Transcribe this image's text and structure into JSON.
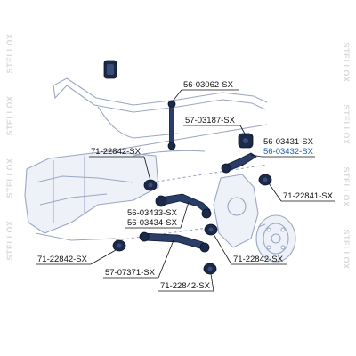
{
  "watermark": "STELLOX",
  "labels": {
    "p56_03062": "56-03062-SX",
    "p57_03187": "57-03187-SX",
    "p71_22842_a": "71-22842-SX",
    "p56_03431": "56-03431-SX",
    "p56_03432": "56-03432-SX",
    "p71_22841": "71-22841-SX",
    "p56_03433": "56-03433-SX",
    "p56_03434": "56-03434-SX",
    "p71_22842_b": "71-22842-SX",
    "p71_22842_c": "71-22842-SX",
    "p57_07371": "57-07371-SX",
    "p71_22842_d": "71-22842-SX"
  },
  "colors": {
    "highlight_label": "#1f5fa8",
    "part": "#1b2a4a",
    "ghost_line": "#9aa7c4"
  }
}
